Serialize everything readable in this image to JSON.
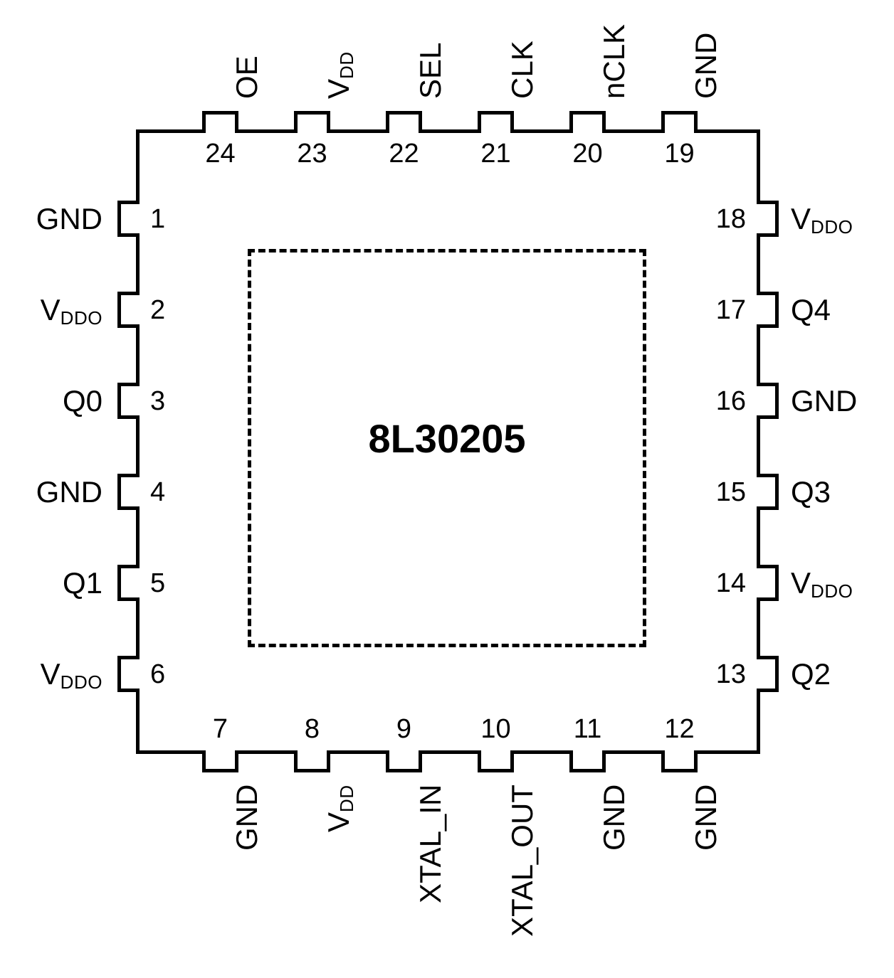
{
  "package": {
    "part_number": "8L30205",
    "outline_style": "dashed-die-outline",
    "pin_count": 24
  },
  "pins": {
    "top": [
      {
        "number": "24",
        "name": "OE",
        "name_base": "OE",
        "name_sub": ""
      },
      {
        "number": "23",
        "name": "VDD",
        "name_base": "V",
        "name_sub": "DD"
      },
      {
        "number": "22",
        "name": "SEL",
        "name_base": "SEL",
        "name_sub": ""
      },
      {
        "number": "21",
        "name": "CLK",
        "name_base": "CLK",
        "name_sub": ""
      },
      {
        "number": "20",
        "name": "nCLK",
        "name_base": "nCLK",
        "name_sub": ""
      },
      {
        "number": "19",
        "name": "GND",
        "name_base": "GND",
        "name_sub": ""
      }
    ],
    "left": [
      {
        "number": "1",
        "name": "GND",
        "name_base": "GND",
        "name_sub": ""
      },
      {
        "number": "2",
        "name": "VDDO",
        "name_base": "V",
        "name_sub": "DDO"
      },
      {
        "number": "3",
        "name": "Q0",
        "name_base": "Q0",
        "name_sub": ""
      },
      {
        "number": "4",
        "name": "GND",
        "name_base": "GND",
        "name_sub": ""
      },
      {
        "number": "5",
        "name": "Q1",
        "name_base": "Q1",
        "name_sub": ""
      },
      {
        "number": "6",
        "name": "VDDO",
        "name_base": "V",
        "name_sub": "DDO"
      }
    ],
    "bottom": [
      {
        "number": "7",
        "name": "GND",
        "name_base": "GND",
        "name_sub": ""
      },
      {
        "number": "8",
        "name": "VDD",
        "name_base": "V",
        "name_sub": "DD"
      },
      {
        "number": "9",
        "name": "XTAL_IN",
        "name_base": "XTAL_IN",
        "name_sub": ""
      },
      {
        "number": "10",
        "name": "XTAL_OUT",
        "name_base": "XTAL_OUT",
        "name_sub": ""
      },
      {
        "number": "11",
        "name": "GND",
        "name_base": "GND",
        "name_sub": ""
      },
      {
        "number": "12",
        "name": "GND",
        "name_base": "GND",
        "name_sub": ""
      }
    ],
    "right": [
      {
        "number": "18",
        "name": "VDDO",
        "name_base": "V",
        "name_sub": "DDO"
      },
      {
        "number": "17",
        "name": "Q4",
        "name_base": "Q4",
        "name_sub": ""
      },
      {
        "number": "16",
        "name": "GND",
        "name_base": "GND",
        "name_sub": ""
      },
      {
        "number": "15",
        "name": "Q3",
        "name_base": "Q3",
        "name_sub": ""
      },
      {
        "number": "14",
        "name": "VDDO",
        "name_base": "V",
        "name_sub": "DDO"
      },
      {
        "number": "13",
        "name": "Q2",
        "name_base": "Q2",
        "name_sub": ""
      }
    ]
  },
  "colors": {
    "line": "#000000",
    "text": "#000000",
    "background": "#ffffff"
  }
}
